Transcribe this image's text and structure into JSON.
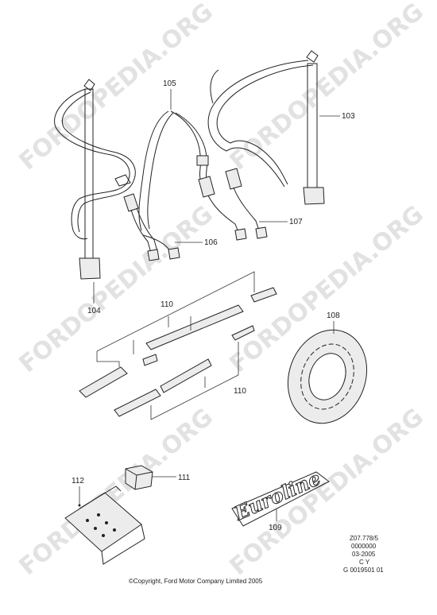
{
  "watermark": "FORDOPEDIA.ORG",
  "callouts": {
    "p103": "103",
    "p104": "104",
    "p105": "105",
    "p106": "106",
    "p107": "107",
    "p108": "108",
    "p109": "109",
    "p110a": "110",
    "p110b": "110",
    "p111": "111",
    "p112": "112"
  },
  "badge_text": "Euroline",
  "meta": {
    "line1": "Z07.778/5",
    "line2": "0000000",
    "line3": "03-2005",
    "line4": "C Y",
    "line5": "G 0019501 01"
  },
  "copyright": "©Copyright, Ford Motor Company Limited 2005"
}
